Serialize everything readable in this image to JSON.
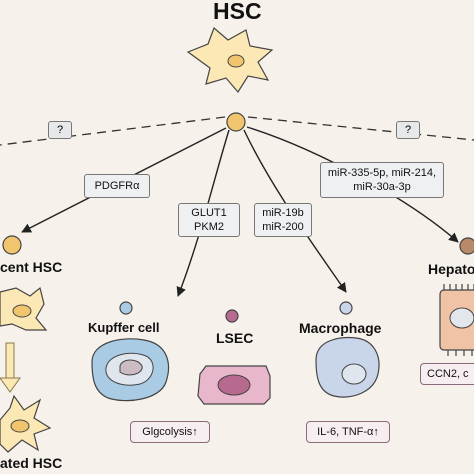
{
  "title": "HSC",
  "unknown_mark": "?",
  "mediators": {
    "pdgfra": "PDGFRα",
    "glut1": "GLUT1",
    "pkm2": "PKM2",
    "mir19b": "miR-19b",
    "mir200": "miR-200",
    "mir_line1": "miR-335-5p, miR-214,",
    "mir_line2": "miR-30a-3p"
  },
  "targets": {
    "quiescent": "cent HSC",
    "kupffer": "Kupffer cell",
    "lsec": "LSEC",
    "macrophage": "Macrophage",
    "hepatocyte": "Hepato",
    "activated": "ated HSC"
  },
  "outputs": {
    "glycolysis": "Glgcolysis↑",
    "cytokines": "IL-6, TNF-α↑",
    "ccn2": "CCN2, c"
  },
  "colors": {
    "background": "#f6f1ea",
    "hsc_cell": "#fbe8b4",
    "nucleus": "#f0c56e",
    "kupffer_cell": "#a9cbe4",
    "lsec_cell": "#e9b7cc",
    "macrophage_cell": "#c9d6ea",
    "hepatocyte_cell": "#f0c2a6",
    "arrow": "#222222"
  }
}
